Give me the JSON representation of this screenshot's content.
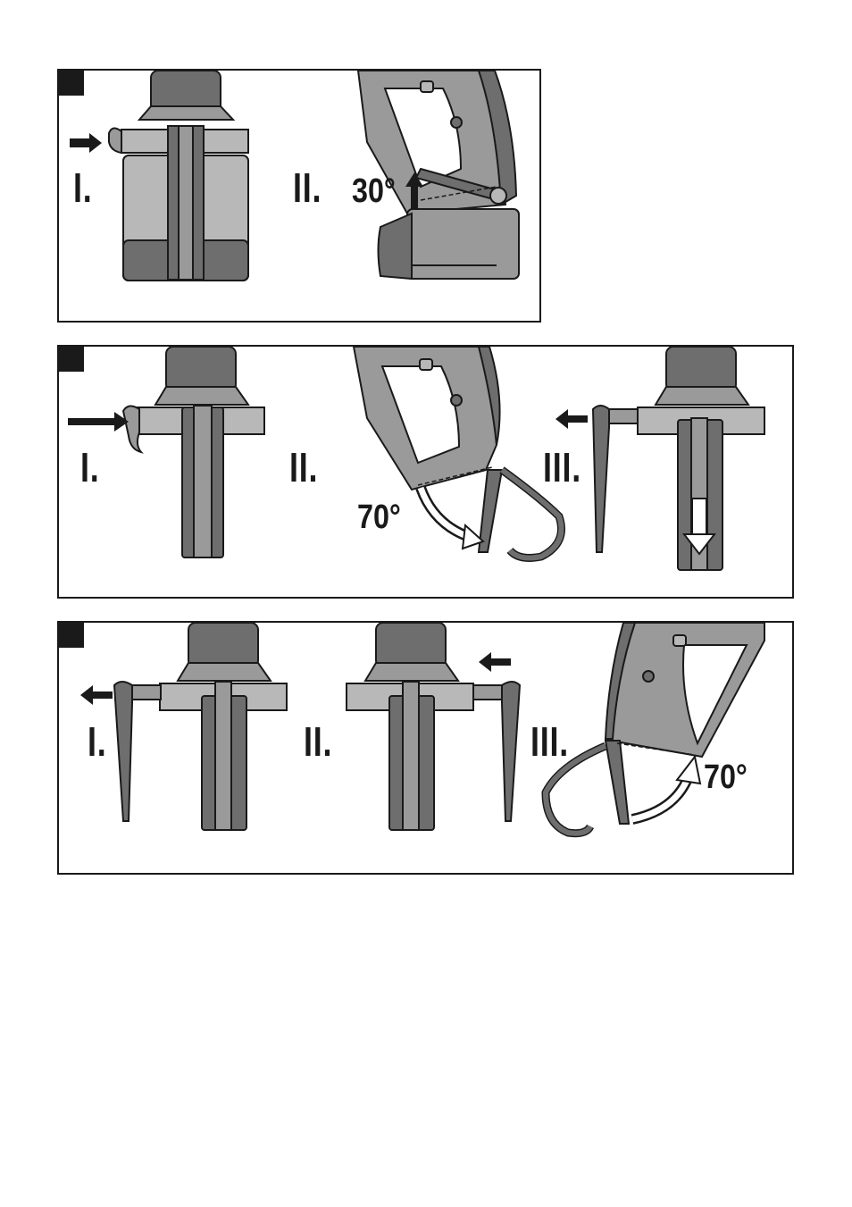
{
  "panels": [
    {
      "steps": [
        "I.",
        "II."
      ],
      "angle": "30°"
    },
    {
      "steps": [
        "I.",
        "II.",
        "III."
      ],
      "angle": "70°"
    },
    {
      "steps": [
        "I.",
        "II.",
        "III."
      ],
      "angle": "70°"
    }
  ],
  "colors": {
    "outline": "#1a1a1a",
    "mid_gray": "#9a9a9a",
    "dark_gray": "#6e6e6e",
    "light_gray": "#b8b8b8"
  },
  "icons": [
    "arrow-right-icon",
    "arrow-left-icon",
    "arrow-down-icon",
    "curved-arrow-icon"
  ]
}
